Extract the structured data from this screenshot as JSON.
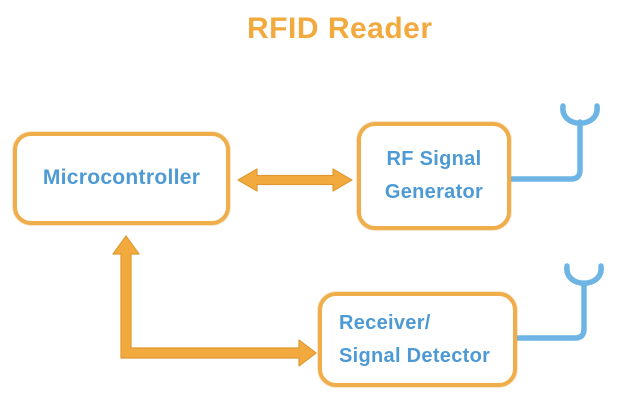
{
  "title": "RFID Reader",
  "colors": {
    "accent_orange": "#F2A93E",
    "arrow_outline": "#DE9A31",
    "box_border_orange": "#EFAE4B",
    "label_blue": "#4D9AD5",
    "antenna_blue": "#6EB5E5",
    "background": "#FFFFFF"
  },
  "blocks": {
    "microcontroller": {
      "label": "Microcontroller"
    },
    "rf_signal_generator": {
      "lines": [
        "RF Signal",
        "Generator"
      ]
    },
    "receiver_signal_detector": {
      "lines": [
        "Receiver/",
        "Signal Detector"
      ]
    }
  },
  "connections": [
    {
      "from": "Microcontroller",
      "to": "RF Signal Generator",
      "style": "double-headed-arrow",
      "color": "#F2A93E"
    },
    {
      "from": "Microcontroller",
      "to": "Receiver/Signal Detector",
      "style": "double-headed-elbow-arrow",
      "color": "#F2A93E"
    }
  ],
  "icons": [
    {
      "name": "antenna-icon",
      "attached_to": "RF Signal Generator",
      "color": "#6EB5E5"
    },
    {
      "name": "antenna-icon",
      "attached_to": "Receiver/Signal Detector",
      "color": "#6EB5E5"
    }
  ]
}
